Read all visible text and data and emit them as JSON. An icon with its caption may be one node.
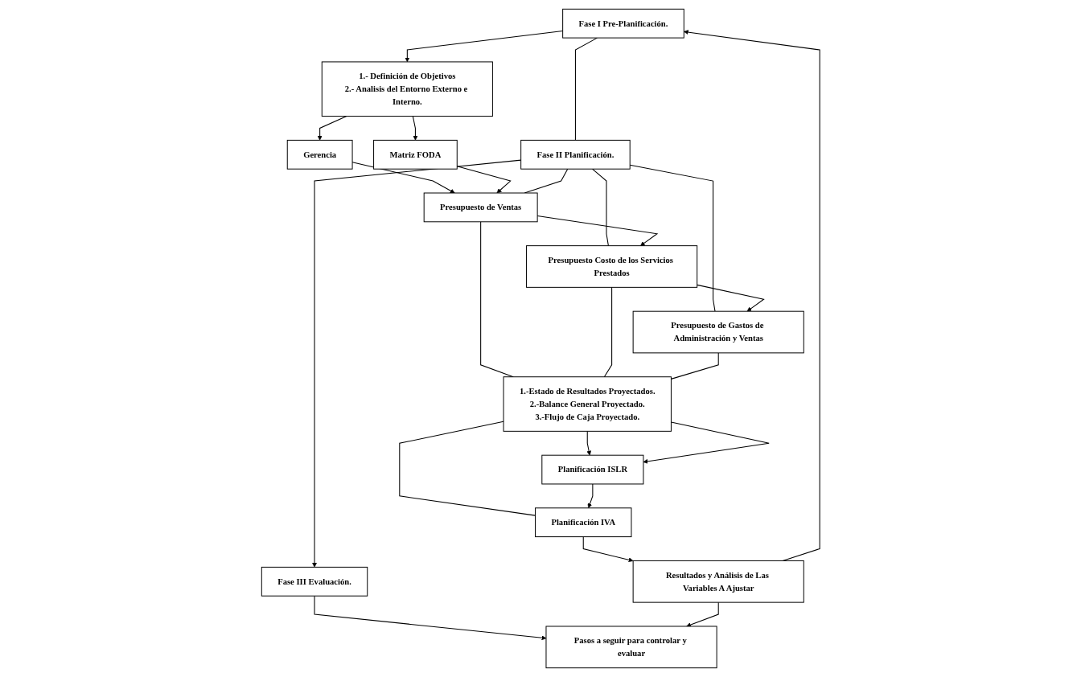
{
  "diagram": {
    "nodes": [
      {
        "text": [
          "Fase I Pre-Planificación."
        ]
      },
      {
        "text": [
          "1.- Definición de Objetivos",
          "2.- Analisis del Entorno Externo e Interno."
        ]
      },
      {
        "text": [
          "Gerencia"
        ]
      },
      {
        "text": [
          "Matriz FODA"
        ]
      },
      {
        "text": [
          "Presupuesto de Ventas"
        ]
      },
      {
        "text": [
          "1.-Estado de Resultados Proyectados.",
          "2.-Balance General Proyectado.",
          "3.-Flujo de Caja Proyectado."
        ]
      },
      {
        "text": [
          "Planificación ISLR"
        ]
      },
      {
        "text": [
          "Fase II Planificación."
        ]
      },
      {
        "text": [
          "Presupuesto Costo de los Servicios Prestados"
        ]
      },
      {
        "text": [
          "Presupuesto de Gastos de Administración y Ventas"
        ]
      },
      {
        "text": [
          "Planificación IVA"
        ]
      },
      {
        "text": [
          "Fase III Evaluación."
        ]
      },
      {
        "text": [
          "Pasos a seguir para controlar y evaluar"
        ]
      },
      {
        "text": [
          "Resultados y Análisis de Las Variables A Ajustar"
        ]
      }
    ],
    "edges": [
      {
        "from": 0,
        "to": 1,
        "arrow": "to"
      },
      {
        "from": 1,
        "to": 2,
        "arrow": "to"
      },
      {
        "from": 1,
        "to": 3,
        "arrow": "to"
      },
      {
        "from": 2,
        "to": 4,
        "arrow": "to"
      },
      {
        "from": 3,
        "to": 4,
        "arrow": "to"
      },
      {
        "from": 0,
        "to": 7,
        "arrow": "none"
      },
      {
        "from": 7,
        "to": 4,
        "arrow": "none"
      },
      {
        "from": 7,
        "to": 8,
        "arrow": "none"
      },
      {
        "from": 7,
        "to": 9,
        "arrow": "none"
      },
      {
        "from": 4,
        "to": 8,
        "arrow": "to"
      },
      {
        "from": 8,
        "to": 9,
        "arrow": "to"
      },
      {
        "from": 4,
        "to": 5,
        "arrow": "none"
      },
      {
        "from": 8,
        "to": 5,
        "arrow": "none"
      },
      {
        "from": 9,
        "to": 5,
        "arrow": "none"
      },
      {
        "from": 5,
        "to": 6,
        "arrow": "to"
      },
      {
        "from": 5,
        "to": 6,
        "arrow": "to"
      },
      {
        "from": 5,
        "to": 10,
        "arrow": "none"
      },
      {
        "from": 6,
        "to": 10,
        "arrow": "to"
      },
      {
        "from": 10,
        "to": 13,
        "arrow": "to"
      },
      {
        "from": 7,
        "to": 11,
        "arrow": "to"
      },
      {
        "from": 11,
        "to": 12,
        "arrow": "to"
      },
      {
        "from": 13,
        "to": 12,
        "arrow": "to"
      },
      {
        "from": 13,
        "to": 0,
        "arrow": "to"
      }
    ]
  }
}
